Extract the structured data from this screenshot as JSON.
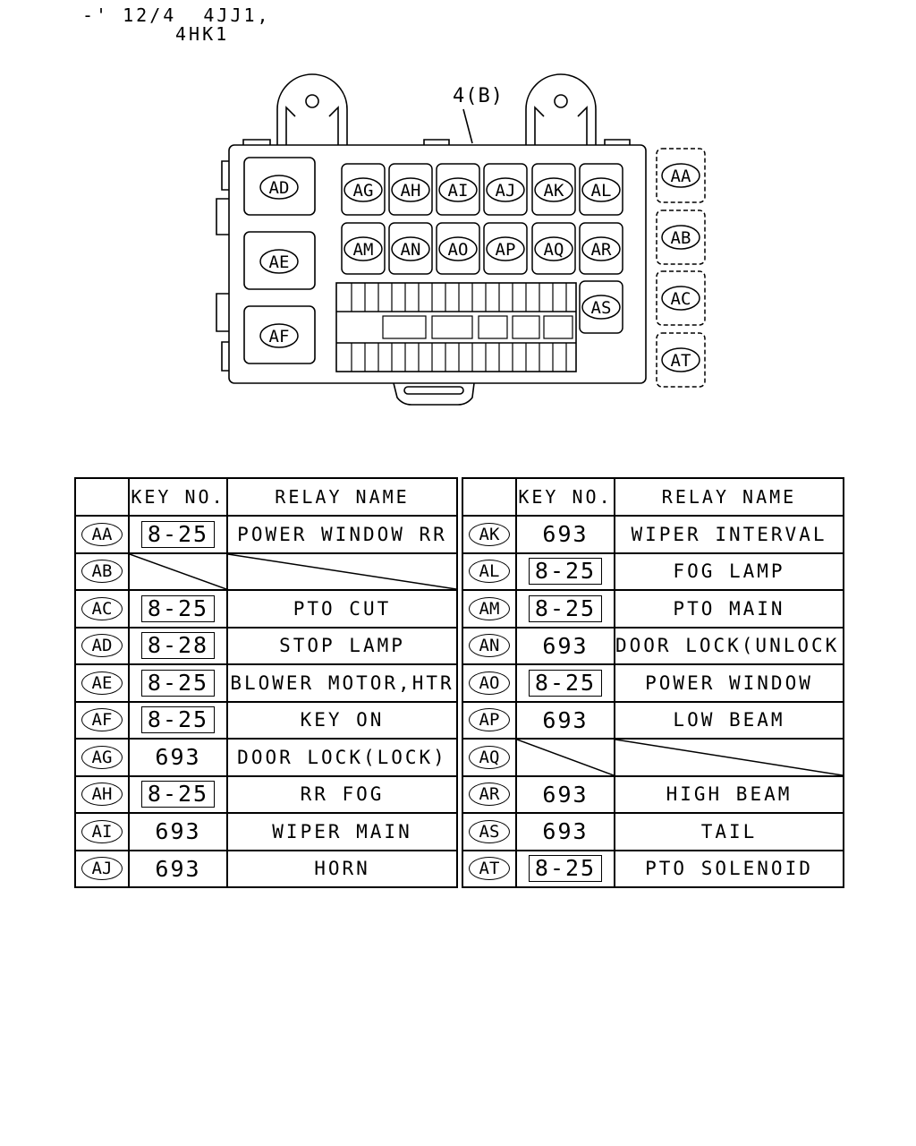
{
  "header": {
    "line1": "-' 12/4  4JJ1,",
    "line2": "4HK1"
  },
  "diagram": {
    "callout": "4(B)"
  },
  "tables": [
    {
      "col_headers": [
        "",
        "KEY NO.",
        "RELAY NAME"
      ],
      "rows": [
        {
          "code": "AA",
          "key": "8-25",
          "boxed": true,
          "name": "POWER WINDOW RR"
        },
        {
          "code": "AB",
          "key": "",
          "boxed": false,
          "name": "",
          "empty": true
        },
        {
          "code": "AC",
          "key": "8-25",
          "boxed": true,
          "name": "PTO CUT"
        },
        {
          "code": "AD",
          "key": "8-28",
          "boxed": true,
          "name": "STOP LAMP"
        },
        {
          "code": "AE",
          "key": "8-25",
          "boxed": true,
          "name": "BLOWER MOTOR,HTR"
        },
        {
          "code": "AF",
          "key": "8-25",
          "boxed": true,
          "name": "KEY ON"
        },
        {
          "code": "AG",
          "key": "693",
          "boxed": false,
          "name": "DOOR LOCK(LOCK)"
        },
        {
          "code": "AH",
          "key": "8-25",
          "boxed": true,
          "name": "RR FOG"
        },
        {
          "code": "AI",
          "key": "693",
          "boxed": false,
          "name": "WIPER MAIN"
        },
        {
          "code": "AJ",
          "key": "693",
          "boxed": false,
          "name": "HORN"
        }
      ]
    },
    {
      "col_headers": [
        "",
        "KEY NO.",
        "RELAY NAME"
      ],
      "rows": [
        {
          "code": "AK",
          "key": "693",
          "boxed": false,
          "name": "WIPER INTERVAL"
        },
        {
          "code": "AL",
          "key": "8-25",
          "boxed": true,
          "name": "FOG LAMP"
        },
        {
          "code": "AM",
          "key": "8-25",
          "boxed": true,
          "name": "PTO MAIN"
        },
        {
          "code": "AN",
          "key": "693",
          "boxed": false,
          "name": "DOOR LOCK(UNLOCK)"
        },
        {
          "code": "AO",
          "key": "8-25",
          "boxed": true,
          "name": "POWER WINDOW"
        },
        {
          "code": "AP",
          "key": "693",
          "boxed": false,
          "name": "LOW BEAM"
        },
        {
          "code": "AQ",
          "key": "",
          "boxed": false,
          "name": "",
          "empty": true
        },
        {
          "code": "AR",
          "key": "693",
          "boxed": false,
          "name": "HIGH BEAM"
        },
        {
          "code": "AS",
          "key": "693",
          "boxed": false,
          "name": "TAIL"
        },
        {
          "code": "AT",
          "key": "8-25",
          "boxed": true,
          "name": "PTO SOLENOID"
        }
      ]
    }
  ]
}
